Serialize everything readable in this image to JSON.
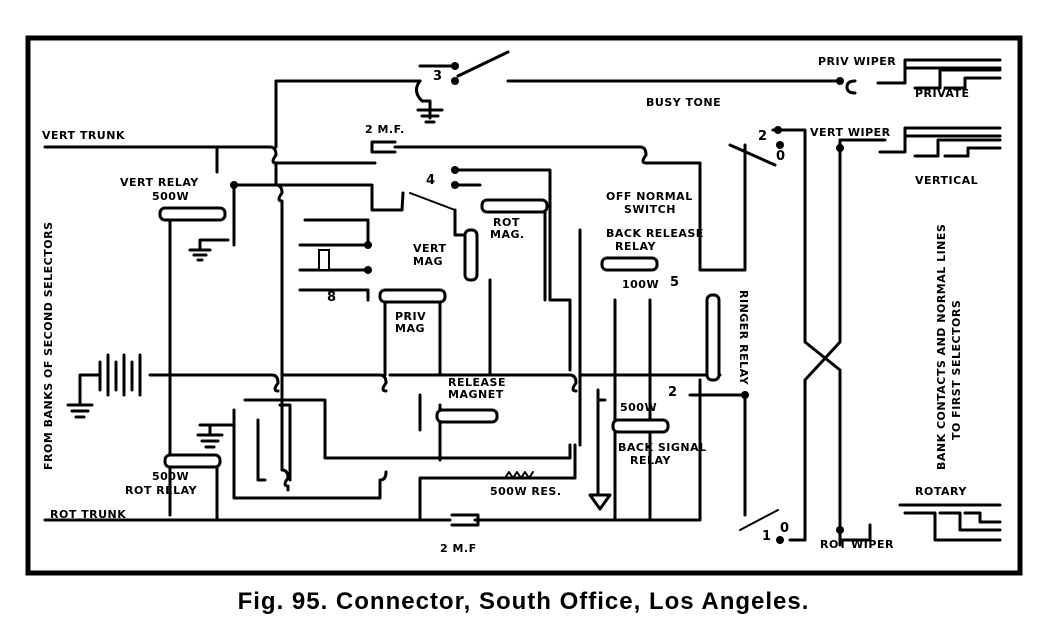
{
  "figure": {
    "caption": "Fig. 95.  Connector, South Office, Los Angeles.",
    "labels": {
      "priv_wiper": "PRIV WIPER",
      "private": "PRIVATE",
      "busy_tone": "BUSY TONE",
      "vert_trunk": "VERT TRUNK",
      "cap_top": "2 M.F.",
      "vert_wiper": "VERT WIPER",
      "vertical": "VERTICAL",
      "vert_relay": "VERT RELAY",
      "vert_relay_res": "500W",
      "rot_mag_1": "ROT",
      "rot_mag_2": "MAG.",
      "off_normal_1": "OFF NORMAL",
      "off_normal_2": "SWITCH",
      "back_release_1": "BACK RELEASE",
      "back_release_2": "RELAY",
      "back_release_res": "100W",
      "vert_mag_1": "VERT",
      "vert_mag_2": "MAG",
      "priv_mag_1": "PRIV",
      "priv_mag_2": "MAG",
      "ringer_relay": "RINGER RELAY",
      "left_side": "FROM BANKS OF SECOND SELECTORS",
      "right_side_1": "BANK CONTACTS AND NORMAL LINES",
      "right_side_2": "TO FIRST SELECTORS",
      "release_magnet_1": "RELEASE",
      "release_magnet_2": "MAGNET",
      "back_signal_res": "500W",
      "back_signal_1": "BACK SIGNAL",
      "back_signal_2": "RELAY",
      "rot_relay_res": "500W",
      "rot_relay": "ROT RELAY",
      "resistor": "500W RES.",
      "rotary": "ROTARY",
      "rot_trunk": "ROT TRUNK",
      "cap_bottom": "2 M.F",
      "rot_wiper": "ROT WIPER"
    },
    "contact_numbers": {
      "n3": "3",
      "n2a": "2",
      "n0a": "0",
      "n4": "4",
      "n5": "5",
      "n8": "8",
      "n2b": "2",
      "n1": "1",
      "n0b": "0"
    }
  }
}
